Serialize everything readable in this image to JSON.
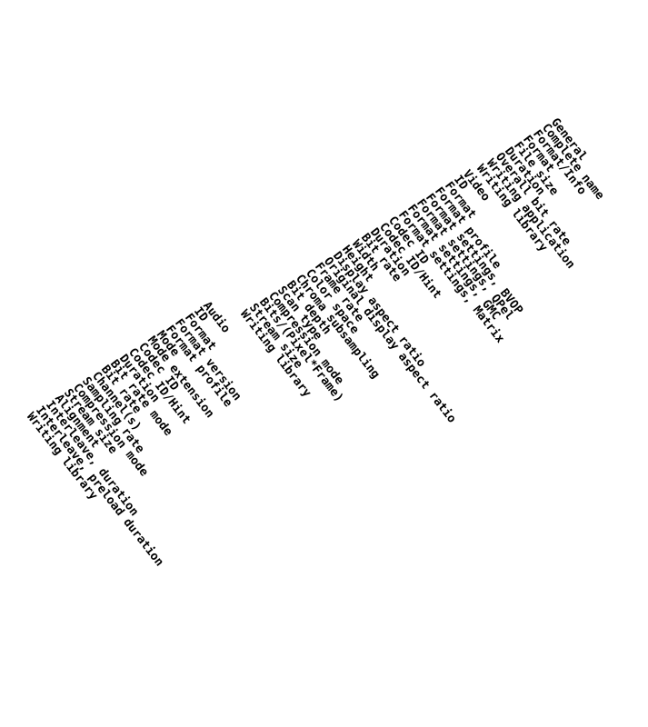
{
  "sections": [
    {
      "lines": [
        "General",
        "Complete name",
        "Format/Info",
        "Format",
        "File size",
        "Duration",
        "Overall bit rate",
        "Writing application",
        "Writing library"
      ]
    },
    {
      "lines": [
        "Video",
        "ID",
        "Format",
        "Format profile",
        "Format settings, BVOP",
        "Format settings, QPel",
        "Format settings, GMC",
        "Format settings, Matrix",
        "Codec ID",
        "Codec ID/Hint",
        "Duration",
        "Bit rate",
        "Width",
        "Height",
        "Display aspect ratio",
        "Original display aspect ratio",
        "Frame rate",
        "Color space",
        "Chroma subsampling",
        "Bit depth",
        "Scan type",
        "Compression mode",
        "Bits/(Pixel*Frame)",
        "Stream size",
        "Writing library"
      ]
    },
    {
      "lines": [
        "Audio",
        "ID",
        "Format",
        "Format version",
        "Format profile",
        "Mode",
        "Mode extension",
        "Codec ID",
        "Codec ID/Hint",
        "Duration",
        "Bit rate mode",
        "Bit rate",
        "Channel(s)",
        "Sampling rate",
        "Compression mode",
        "Stream size",
        "Alignment",
        "Interleave, duration",
        "Interleave, preload duration",
        "Writing library"
      ]
    }
  ]
}
